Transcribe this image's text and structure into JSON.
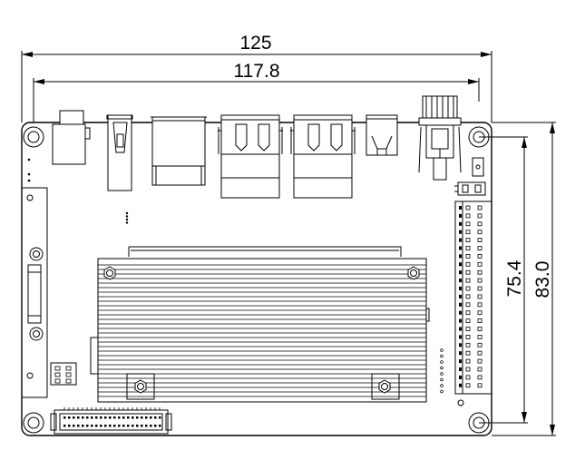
{
  "dimensions": {
    "overall_width": "125",
    "hole_spacing_width": "117.8",
    "hole_spacing_height": "75.4",
    "overall_height": "83.0"
  }
}
